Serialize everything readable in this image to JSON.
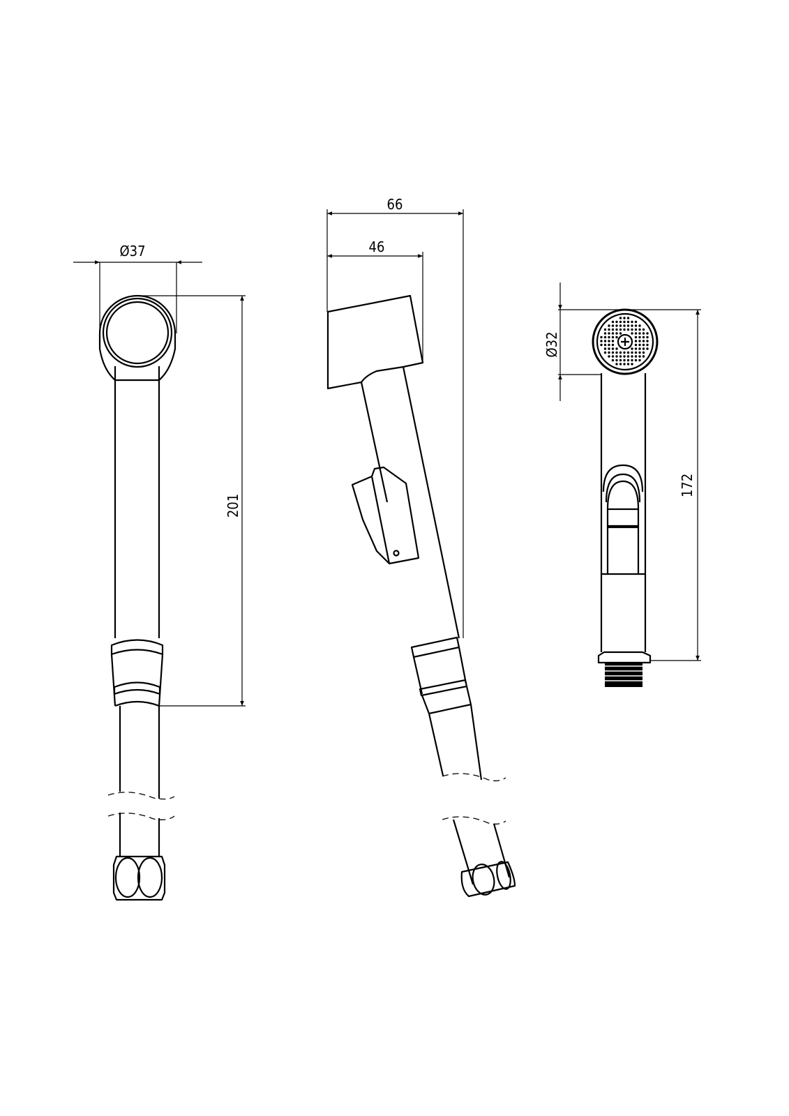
{
  "dimensions": {
    "front_view": {
      "head_diameter": "Ø37",
      "height": "201"
    },
    "side_view": {
      "total_depth": "66",
      "head_depth": "46"
    },
    "top_view": {
      "spray_diameter": "Ø32",
      "height": "172"
    }
  },
  "colors": {
    "line": "#000000",
    "background": "#ffffff"
  }
}
